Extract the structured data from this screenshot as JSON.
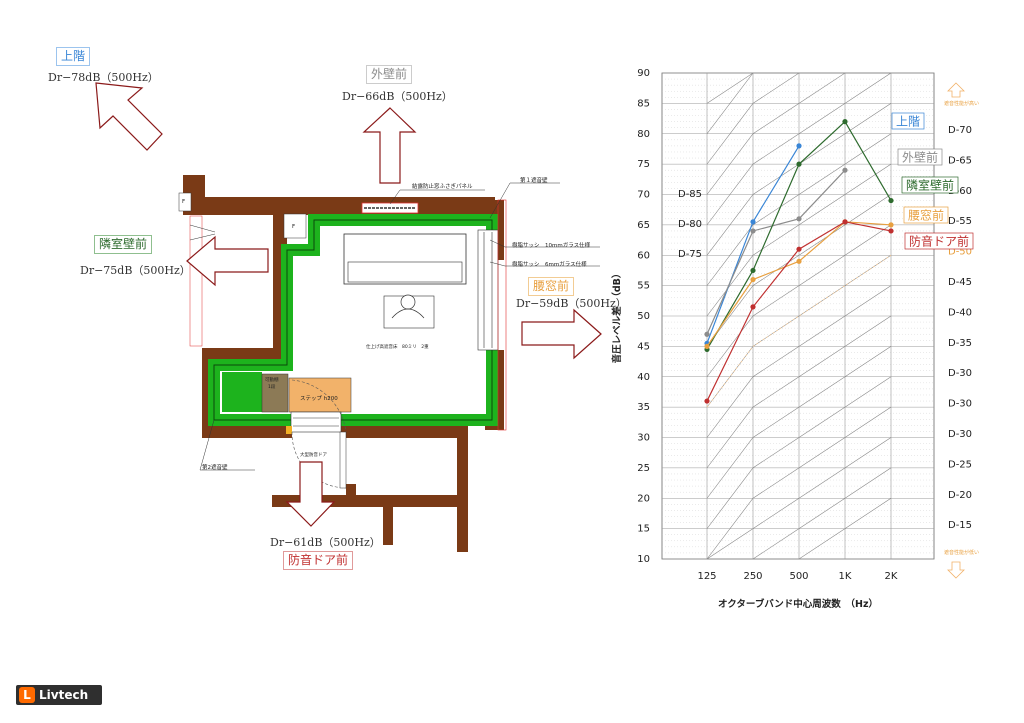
{
  "labels": {
    "upstairs": {
      "label": "上階",
      "value": "Dr−78dB（500Hz）",
      "color": "#3a86d6"
    },
    "outer_wall": {
      "label": "外壁前",
      "value": "Dr−66dB（500Hz）",
      "color": "#8c8c8c"
    },
    "next_room": {
      "label": "隣室壁前",
      "value": "Dr−75dB（500Hz）",
      "color": "#2e6b2e"
    },
    "waist_win": {
      "label": "腰窓前",
      "value": "Dr−59dB（500Hz）",
      "color": "#e8a040"
    },
    "door": {
      "label": "防音ドア前",
      "value": "Dr−61dB（500Hz）",
      "color": "#c03030"
    }
  },
  "plan_notes": {
    "panel": "結露防止窓ふさぎパネル",
    "wall1": "第１遮音壁",
    "sash10": "樹脂サッシ　10mmガラス仕様",
    "sash6": "樹脂サッシ　6mmガラス仕様",
    "floor": "仕上げ高遮音床　80ミリ　2重",
    "step": "ステップ h200",
    "shelf_a": "可動棚",
    "shelf_b": "1段",
    "door_note": "大型防音ドア",
    "wall2": "第2遮音壁",
    "f1": "F",
    "f2": "F"
  },
  "chart_data": {
    "type": "line",
    "categories": [
      "125",
      "250",
      "500",
      "1K",
      "2K"
    ],
    "xlabel": "オクターブバンド中心周波数　（Hz）",
    "ylabel": "音圧レベル差　（dB）",
    "ylim": [
      10,
      90
    ],
    "y_ticks": [
      "90",
      "85",
      "80",
      "75",
      "70",
      "65",
      "60",
      "55",
      "50",
      "45",
      "40",
      "35",
      "30",
      "25",
      "20",
      "15",
      "10"
    ],
    "right_labels": [
      {
        "text": "D-70",
        "color": "#222"
      },
      {
        "text": "D-65",
        "color": "#222"
      },
      {
        "text": "D-60",
        "color": "#222"
      },
      {
        "text": "D-55",
        "color": "#222"
      },
      {
        "text": "D-50",
        "color": "#e8a040"
      },
      {
        "text": "D-45",
        "color": "#222"
      },
      {
        "text": "D-40",
        "color": "#222"
      },
      {
        "text": "D-35",
        "color": "#222"
      },
      {
        "text": "D-30",
        "color": "#222"
      },
      {
        "text": "D-30",
        "color": "#222"
      },
      {
        "text": "D-30",
        "color": "#222"
      },
      {
        "text": "D-25",
        "color": "#222"
      },
      {
        "text": "D-20",
        "color": "#222"
      },
      {
        "text": "D-15",
        "color": "#222"
      }
    ],
    "inner_labels": [
      "D-85",
      "D-80",
      "D-75"
    ],
    "top_note": "遮音性能が高い",
    "bottom_note": "遮音性能が低い",
    "series": [
      {
        "name": "上階",
        "color": "#3a86d6",
        "values": [
          45.5,
          65.5,
          78,
          null,
          null
        ]
      },
      {
        "name": "外壁前",
        "color": "#8c8c8c",
        "values": [
          47,
          64,
          66,
          74,
          null
        ]
      },
      {
        "name": "隣室壁前",
        "color": "#2e6b2e",
        "values": [
          44.5,
          57.5,
          75,
          82,
          69
        ]
      },
      {
        "name": "腰窓前",
        "color": "#e8a040",
        "values": [
          45,
          56,
          59,
          65.5,
          65
        ]
      },
      {
        "name": "防音ドア前",
        "color": "#c03030",
        "values": [
          36,
          51.5,
          61,
          65.5,
          64
        ]
      }
    ]
  },
  "logo": {
    "mark": "L",
    "text": "Livtech",
    "color": "#ff6a00"
  }
}
